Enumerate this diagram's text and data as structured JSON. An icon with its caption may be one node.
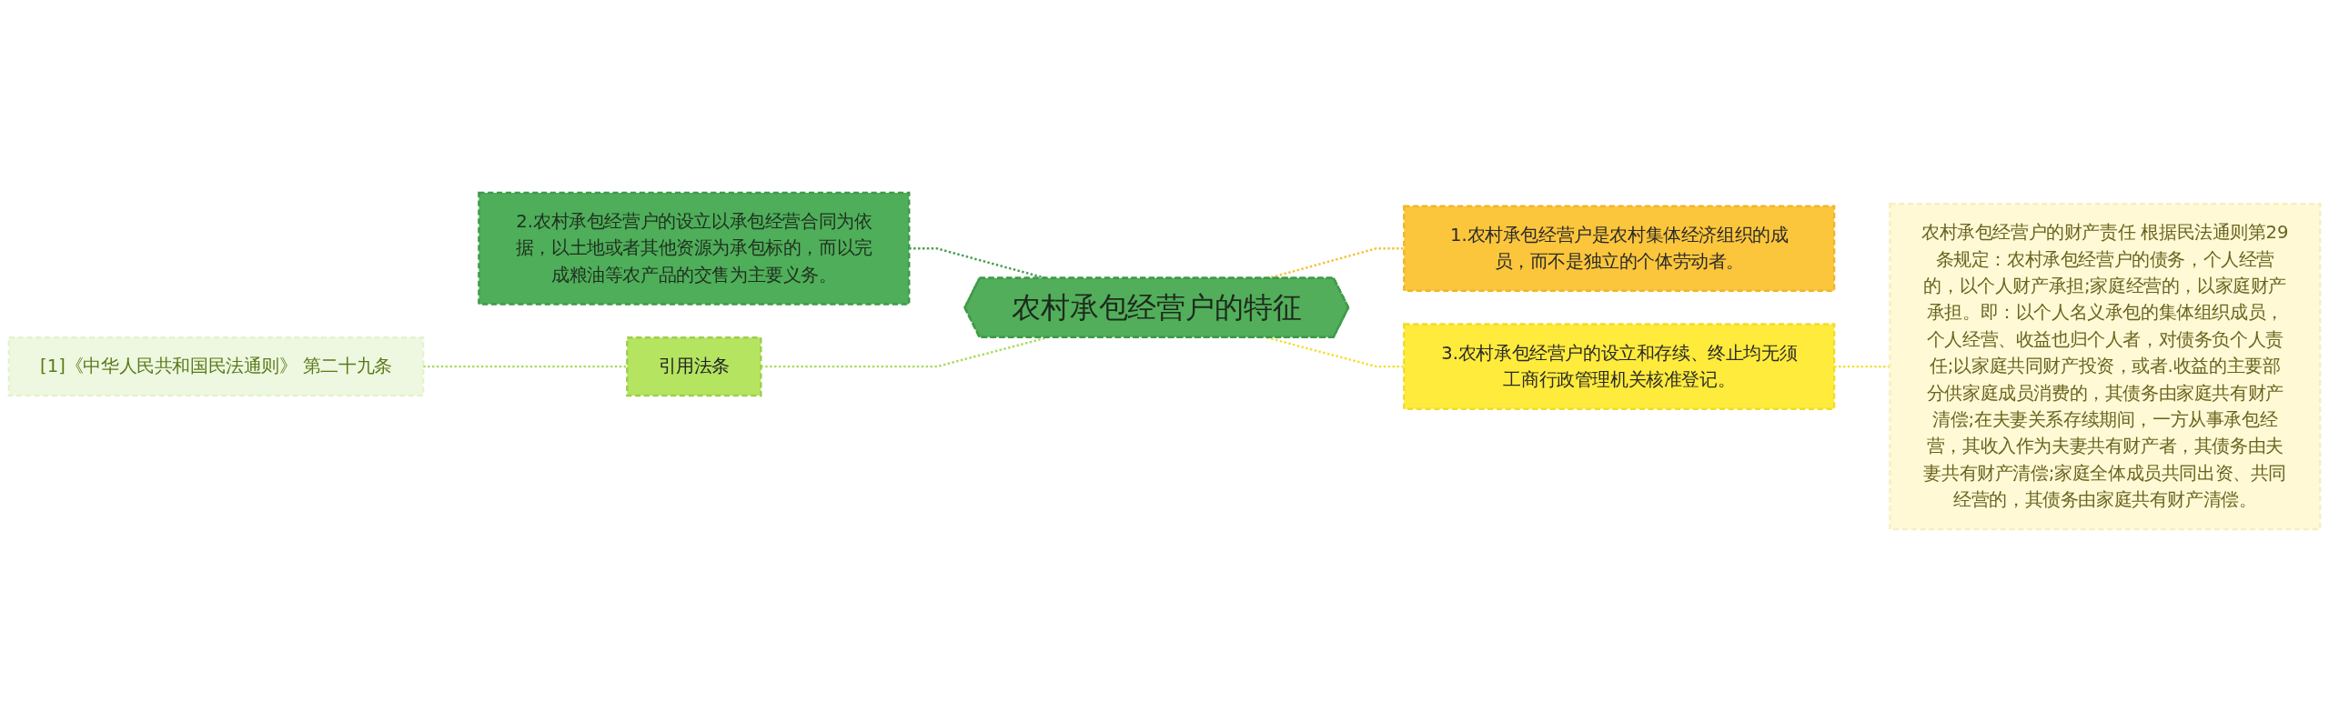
{
  "diagram": {
    "nodes": [
      {
        "text": [
          "2.农村承包经营户的设立以承包经营合同为依据，以土地或者其他资源为承包标的，而以完成粮油等农产品的交售为主要义务。"
        ]
      },
      {
        "text": [
          "[1]《中华人民共和国民法通则》 第二十九条"
        ]
      },
      {
        "text": [
          "引用法条"
        ]
      },
      {
        "text": [
          "农村承包经营户的特征"
        ]
      },
      {
        "text": [
          "1.农村承包经营户是农村集体经济组织的成员，而不是独立的个体劳动者。"
        ]
      },
      {
        "text": [
          "3.农村承包经营户的设立和存续、终止均无须工商行政管理机关核准登记。"
        ]
      },
      {
        "text": [
          "农村承包经营户的财产责任 根据民法通则第29条规定：农村承包经营户的债务，个人经营的，以个人财产承担;家庭经营的，以家庭财产承担。即：以个人名义承包的集体组织成员，个人经营、收益也归个人者，对债务负个人责任;以家庭共同财产投资，或者.收益的主要部分供家庭成员消费的，其债务由家庭共有财产清偿;在夫妻关系存续期间，一方从事承包经营，其收入作为夫妻共有财产者，其债务由夫妻共有财产清偿;家庭全体成员共同出资、共同经营的，其债务由家庭共有财产清偿。"
        ]
      }
    ],
    "edges": [
      {
        "from": 3,
        "to": 0,
        "arrow": "none",
        "style": "dashed",
        "color": "#4a9e52"
      },
      {
        "from": 3,
        "to": 2,
        "arrow": "none",
        "style": "dashed",
        "color": "#a8dc5c"
      },
      {
        "from": 2,
        "to": 1,
        "arrow": "none",
        "style": "dashed",
        "color": "#a8dc5c"
      },
      {
        "from": 3,
        "to": 4,
        "arrow": "none",
        "style": "dashed",
        "color": "#f5c23a"
      },
      {
        "from": 3,
        "to": 5,
        "arrow": "none",
        "style": "dashed",
        "color": "#f0e030"
      },
      {
        "from": 5,
        "to": 6,
        "arrow": "none",
        "style": "dashed",
        "color": "#f0e030"
      }
    ]
  }
}
